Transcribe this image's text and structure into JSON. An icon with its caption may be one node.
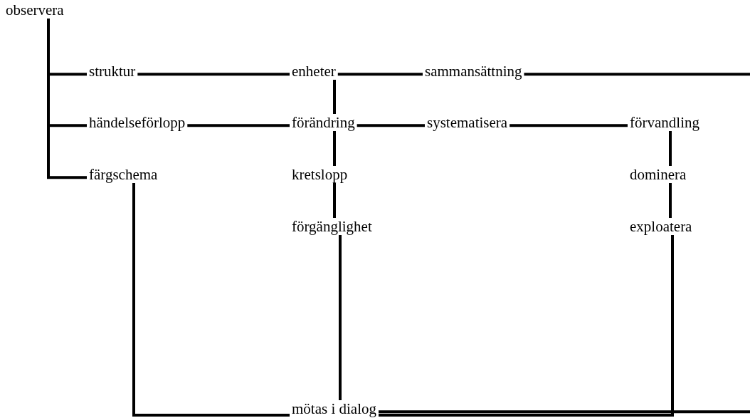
{
  "diagram": {
    "nodes": [
      {
        "text": [
          "observera"
        ]
      },
      {
        "text": [
          "struktur"
        ]
      },
      {
        "text": [
          "enheter"
        ]
      },
      {
        "text": [
          "sammansättning"
        ]
      },
      {
        "text": [
          "händelseförlopp"
        ]
      },
      {
        "text": [
          "förändring"
        ]
      },
      {
        "text": [
          "systematisera"
        ]
      },
      {
        "text": [
          "förvandling"
        ]
      },
      {
        "text": [
          "färgschema"
        ]
      },
      {
        "text": [
          "kretslopp"
        ]
      },
      {
        "text": [
          "dominera"
        ]
      },
      {
        "text": [
          "förgänglighet"
        ]
      },
      {
        "text": [
          "exploatera"
        ]
      },
      {
        "text": [
          "mötas i dialog"
        ]
      }
    ],
    "edges": [
      {
        "from": 0,
        "to": 1,
        "arrow": "none"
      },
      {
        "from": 0,
        "to": 4,
        "arrow": "none"
      },
      {
        "from": 0,
        "to": 8,
        "arrow": "none"
      },
      {
        "from": 1,
        "to": 2,
        "arrow": "none"
      },
      {
        "from": 2,
        "to": 3,
        "arrow": "none"
      },
      {
        "from": 3,
        "to": null,
        "arrow": "none"
      },
      {
        "from": 2,
        "to": 5,
        "arrow": "none"
      },
      {
        "from": 4,
        "to": 5,
        "arrow": "none"
      },
      {
        "from": 5,
        "to": 6,
        "arrow": "none"
      },
      {
        "from": 6,
        "to": 7,
        "arrow": "none"
      },
      {
        "from": 5,
        "to": 9,
        "arrow": "none"
      },
      {
        "from": 9,
        "to": 11,
        "arrow": "none"
      },
      {
        "from": 7,
        "to": 10,
        "arrow": "none"
      },
      {
        "from": 10,
        "to": 12,
        "arrow": "none"
      },
      {
        "from": 8,
        "to": 13,
        "arrow": "none"
      },
      {
        "from": 11,
        "to": 13,
        "arrow": "none"
      },
      {
        "from": 12,
        "to": 13,
        "arrow": "none"
      },
      {
        "from": 13,
        "to": null,
        "arrow": "none"
      }
    ]
  }
}
